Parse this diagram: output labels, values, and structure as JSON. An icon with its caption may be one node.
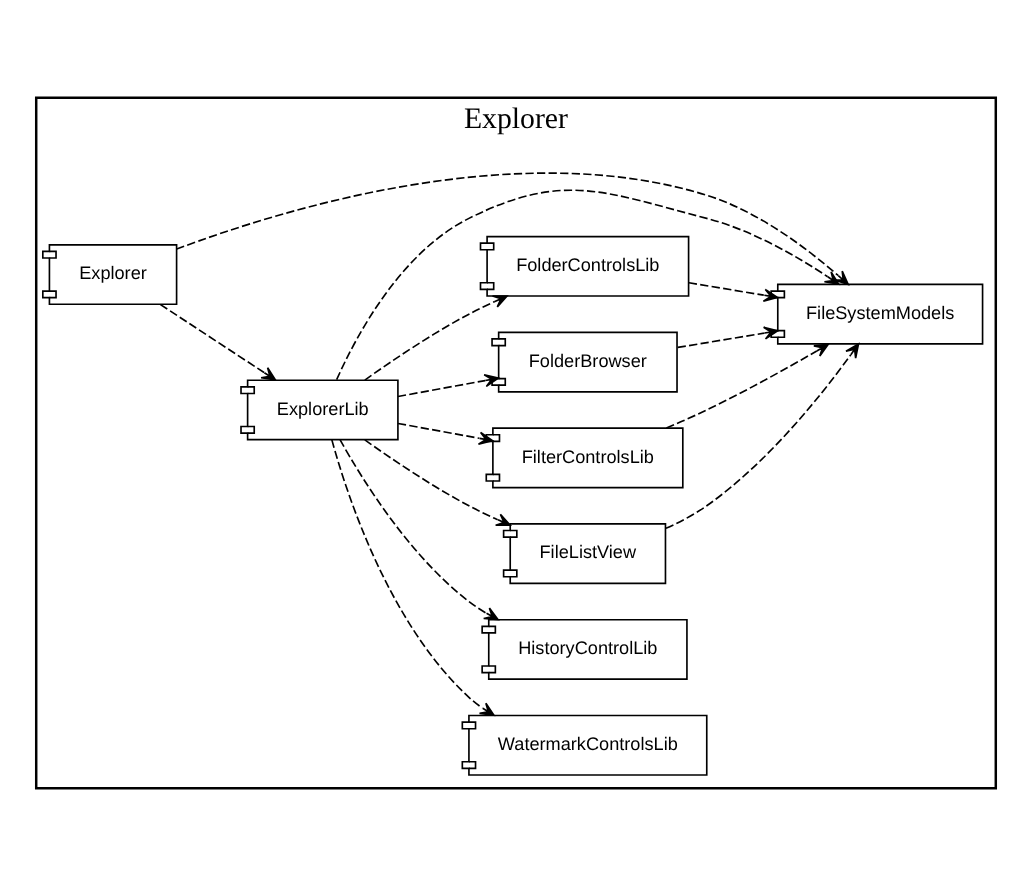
{
  "diagram": {
    "nodes": [
      {
        "text": [
          "Explorer"
        ]
      },
      {
        "text": [
          "Explorer"
        ],
        "in": 0
      },
      {
        "text": [
          "ExplorerLib"
        ],
        "in": 0
      },
      {
        "text": [
          "WatermarkControlsLib"
        ],
        "in": 0
      },
      {
        "text": [
          "HistoryControlLib"
        ],
        "in": 0
      },
      {
        "text": [
          "FileListView"
        ],
        "in": 0
      },
      {
        "text": [
          "FilterControlsLib"
        ],
        "in": 0
      },
      {
        "text": [
          "FolderBrowser"
        ],
        "in": 0
      },
      {
        "text": [
          "FolderControlsLib"
        ],
        "in": 0
      },
      {
        "text": [
          "FileSystemModels"
        ],
        "in": 0
      }
    ],
    "edges": [
      {
        "from": 1,
        "to": 2,
        "arrow": "to",
        "style": "dashed"
      },
      {
        "from": 1,
        "to": 9,
        "arrow": "to",
        "style": "dashed"
      },
      {
        "from": 2,
        "to": 9,
        "arrow": "to",
        "style": "dashed"
      },
      {
        "from": 2,
        "to": 3,
        "arrow": "to",
        "style": "dashed"
      },
      {
        "from": 2,
        "to": 4,
        "arrow": "to",
        "style": "dashed"
      },
      {
        "from": 2,
        "to": 5,
        "arrow": "to",
        "style": "dashed"
      },
      {
        "from": 2,
        "to": 6,
        "arrow": "to",
        "style": "dashed"
      },
      {
        "from": 2,
        "to": 7,
        "arrow": "to",
        "style": "dashed"
      },
      {
        "from": 2,
        "to": 8,
        "arrow": "to",
        "style": "dashed"
      },
      {
        "from": 5,
        "to": 9,
        "arrow": "to",
        "style": "dashed"
      },
      {
        "from": 6,
        "to": 9,
        "arrow": "to",
        "style": "dashed"
      },
      {
        "from": 7,
        "to": 9,
        "arrow": "to",
        "style": "dashed"
      },
      {
        "from": 8,
        "to": 9,
        "arrow": "to",
        "style": "dashed"
      }
    ]
  }
}
